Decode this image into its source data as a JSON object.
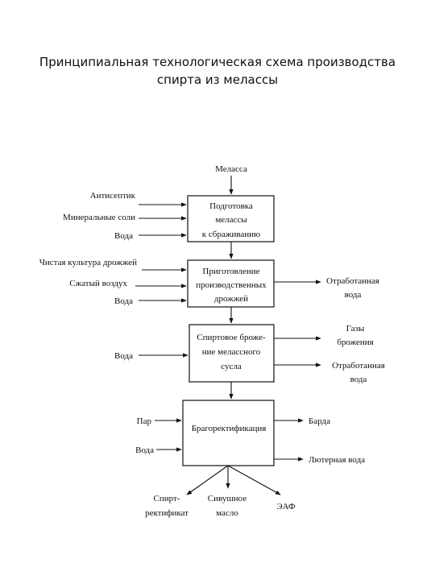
{
  "title": {
    "line1": "Принципиальная технологическая схема производства",
    "line2": "спирта из мелассы"
  },
  "diagram": {
    "top_input": "Меласса",
    "step1": {
      "lines": [
        "Подготовка",
        "мелассы",
        "к сбраживанию"
      ],
      "inputs": [
        "Антисептик",
        "Минеральные соли",
        "Вода"
      ]
    },
    "step2": {
      "lines": [
        "Приготовление",
        "производственных",
        "дрожжей"
      ],
      "inputs": [
        "Чистая культура дрожжей",
        "Сжатый воздух",
        "Вода"
      ],
      "outputs": [
        [
          "Отработанная",
          "вода"
        ]
      ]
    },
    "step3": {
      "lines": [
        "Спиртовое броже-",
        "ние мелассного",
        "сусла"
      ],
      "inputs": [
        "Вода"
      ],
      "outputs": [
        [
          "Газы",
          "брожения"
        ],
        [
          "Отработанная",
          "вода"
        ]
      ]
    },
    "step4": {
      "lines": [
        "Брагоректификация"
      ],
      "inputs": [
        "Пар",
        "Вода"
      ],
      "outputs": [
        [
          "Барда"
        ],
        [
          "Лютерная вода"
        ]
      ]
    },
    "final_outputs": [
      [
        "Спирт-",
        "ректификат"
      ],
      [
        "Сивушное",
        "масло"
      ],
      [
        "ЭАФ"
      ]
    ]
  }
}
